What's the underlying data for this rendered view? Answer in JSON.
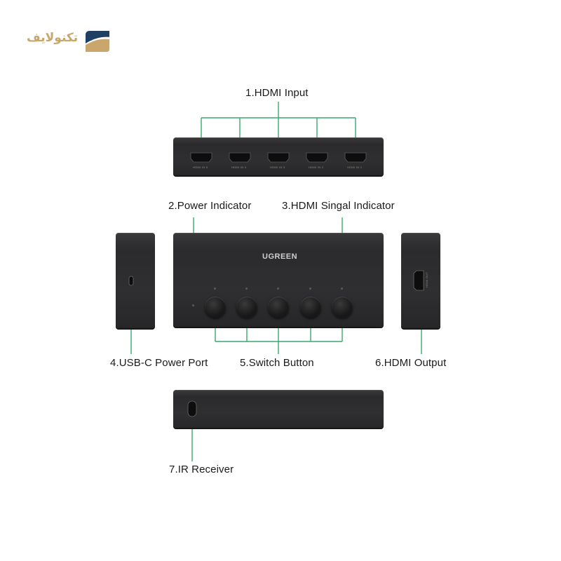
{
  "logo": {
    "text": "تکنولایف",
    "colors": {
      "dark": "#1f3f63",
      "gold": "#c9a66b"
    }
  },
  "brand_label": "UGREEN",
  "labels": {
    "hdmi_input": "1.HDMI Input",
    "power_indicator": "2.Power Indicator",
    "hdmi_signal_indicator": "3.HDMI Singal Indicator",
    "usbc_power_port": "4.USB-C Power Port",
    "switch_button": "5.Switch Button",
    "hdmi_output": "6.HDMI Output",
    "ir_receiver": "7.IR Receiver"
  },
  "input_port_captions": [
    "HDMI IN 5",
    "HDMI IN 4",
    "HDMI IN 3",
    "HDMI IN 2",
    "HDMI IN 1"
  ],
  "output_port_caption": "HDMI OUT",
  "colors": {
    "callout_line": "#3aa86a",
    "device_body": "#2d2d2f"
  }
}
